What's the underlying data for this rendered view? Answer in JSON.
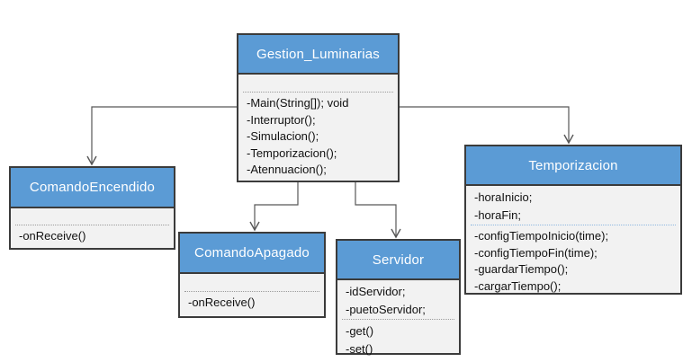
{
  "diagram": {
    "type": "uml-class-diagram",
    "classes": [
      {
        "name": "Gestion_Luminarias",
        "attributes": [],
        "methods": [
          "-Main(String[]); void",
          "-Interruptor();",
          "-Simulacion();",
          "-Temporizacion();",
          "-Atennuacion();"
        ]
      },
      {
        "name": "ComandoEncendido",
        "attributes": [],
        "methods": [
          "-onReceive()"
        ]
      },
      {
        "name": "ComandoApagado",
        "attributes": [],
        "methods": [
          "-onReceive()"
        ]
      },
      {
        "name": "Servidor",
        "attributes": [
          "-idServidor;",
          "-puetoServidor;"
        ],
        "methods": [
          "-get()",
          "-set()"
        ]
      },
      {
        "name": "Temporizacion",
        "attributes": [
          "-horaInicio;",
          "-horaFin;"
        ],
        "methods": [
          "-configTiempoInicio(time);",
          "-configTiempoFin(time);",
          "-guardarTiempo();",
          "-cargarTiempo();"
        ]
      }
    ],
    "relations": [
      {
        "from": "Gestion_Luminarias",
        "to": "ComandoEncendido",
        "type": "directed-arrow"
      },
      {
        "from": "Gestion_Luminarias",
        "to": "ComandoApagado",
        "type": "directed-arrow"
      },
      {
        "from": "Gestion_Luminarias",
        "to": "Servidor",
        "type": "directed-arrow"
      },
      {
        "from": "Gestion_Luminarias",
        "to": "Temporizacion",
        "type": "directed-arrow"
      }
    ],
    "colors": {
      "header_fill": "#5B9BD5",
      "header_text": "#FFFFFF",
      "body_fill": "#F2F2F2",
      "border": "#3B3B3B",
      "connector": "#575757",
      "separator": "#9B9B9B",
      "separator_accent": "#8FB8E0"
    }
  }
}
